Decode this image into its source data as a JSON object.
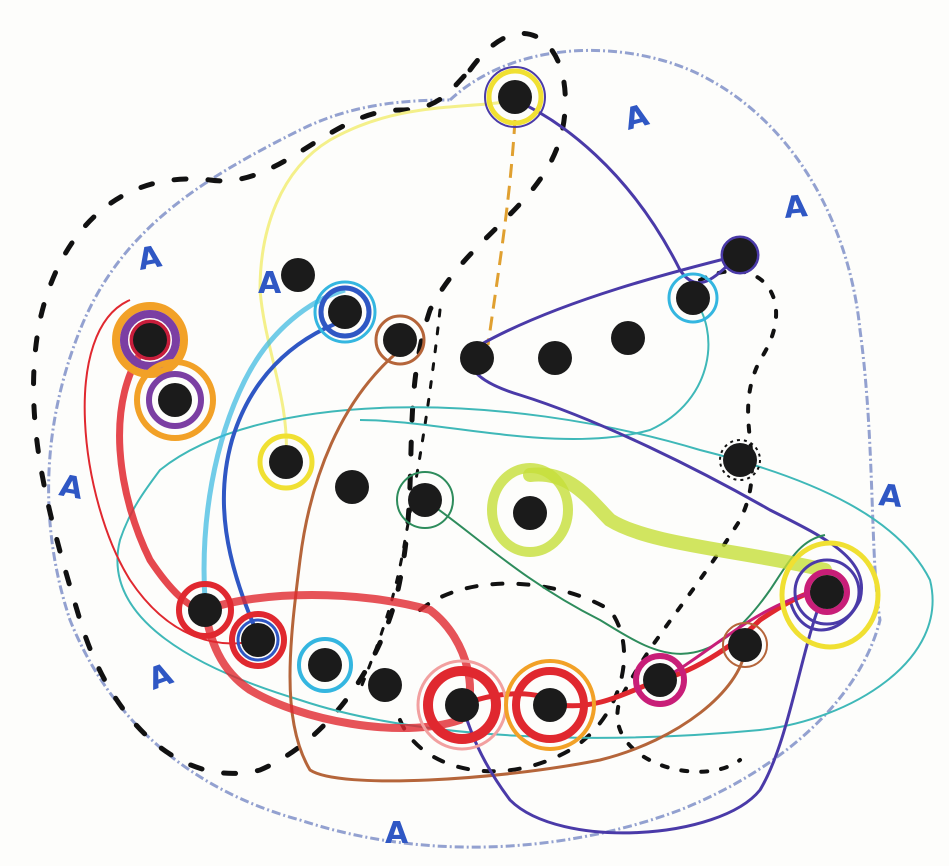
{
  "drawing": {
    "dot_color": "#1b1b1b",
    "paper_color": "#fdfdfb",
    "pencil_colors": {
      "blue_grey": "#8090c8",
      "light_blue": "#34b6e0",
      "royal_blue": "#2f57c4",
      "indigo": "#4a3aa8",
      "red": "#e0282f",
      "crimson": "#c81e3c",
      "magenta": "#c81e78",
      "orange": "#f2a127",
      "yellow": "#f0e032",
      "pale_yellow": "#f4f08a",
      "lime": "#c6de3a",
      "green": "#2e8c5c",
      "teal": "#3fb8b8",
      "brown": "#b5653a",
      "purple": "#7b3ea3",
      "black": "#111111"
    },
    "corner_marks": [
      "A",
      "A",
      "A",
      "A",
      "A",
      "A",
      "A"
    ]
  }
}
